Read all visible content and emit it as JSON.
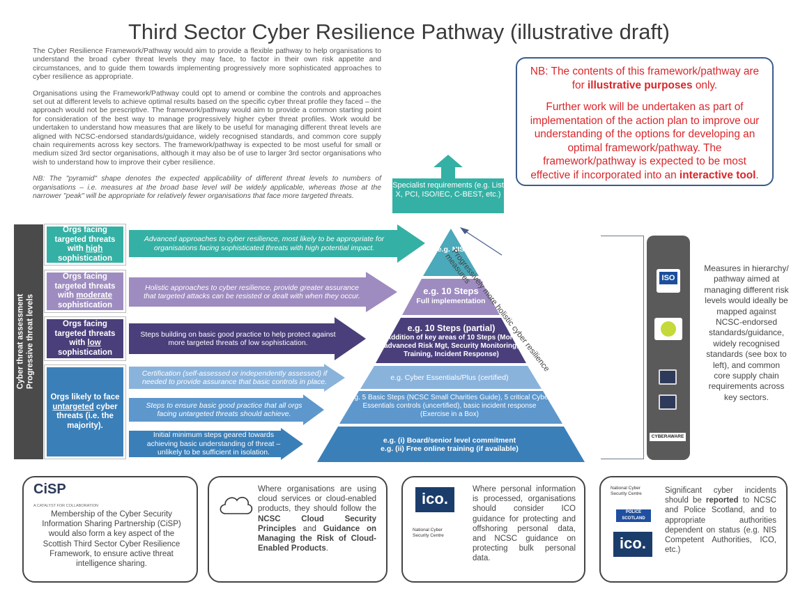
{
  "title": "Third Sector Cyber Resilience Pathway (illustrative draft)",
  "intro": {
    "p1": "The Cyber Resilience Framework/Pathway would aim to provide a flexible pathway to help organisations to understand the broad cyber threat levels they may face, to factor in their own risk appetite and circumstances, and to guide them towards implementing progressively more sophisticated approaches to cyber resilience as appropriate.",
    "p2": "Organisations using the Framework/Pathway could opt to amend or combine the controls and approaches set out at different levels to achieve optimal results based on the specific cyber threat profile they faced – the approach would not be prescriptive. The framework/pathway would aim to provide a common starting point for consideration of the best way to manage progressively higher cyber threat profiles. Work would be undertaken to understand how measures that are likely to be useful for managing different threat levels are aligned with NCSC-endorsed standards/guidance, widely recognised standards, and common core supply chain requirements across key sectors. The framework/pathway is expected to be most useful for small or medium sized 3rd sector organisations, although it may also be of use to larger 3rd sector organisations who wish to understand how to improve their cyber resilience.",
    "p3": "NB: The \"pyramid\" shape denotes the expected applicability of different threat levels to numbers of organisations – i.e. measures at the broad base level will be widely applicable, whereas those at the narrower \"peak\" will be appropriate for relatively fewer organisations that face more targeted threats."
  },
  "nb_box": {
    "line1_a": "NB: The contents of this framework/pathway are for ",
    "line1_b": "illustrative purposes",
    "line1_c": " only.",
    "line2_a": "Further work will be undertaken as part of implementation of the action plan to improve our understanding of the options for developing an optimal framework/pathway. The framework/pathway is expected to be most effective if incorporated into an ",
    "line2_b": "interactive tool",
    "line2_c": "."
  },
  "specialist": "Specialist requirements (e.g. List X, PCI, ISO/IEC, C-BEST, etc.)",
  "vertical_label": {
    "line1": "Cyber threat assessment",
    "line2": "Progressive threat levels"
  },
  "orgs": [
    {
      "a": "Orgs facing targeted threats with ",
      "u": "high",
      "b": " sophistication"
    },
    {
      "a": "Orgs facing targeted threats with ",
      "u": "moderate",
      "b": " sophistication"
    },
    {
      "a": "Orgs facing targeted threats with ",
      "u": "low",
      "b": " sophistication"
    },
    {
      "a": "Orgs likely to face ",
      "u": "untargeted",
      "b": " cyber threats (i.e. the majority)."
    }
  ],
  "arrows": [
    "Advanced approaches to cyber resilience, most likely to be appropriate for organisations facing sophisticated threats with high potential impact.",
    "Holistic approaches to cyber resilience, provide greater assurance that targeted attacks can be resisted or dealt with when they occur.",
    "Steps building on basic good practice to help protect against more targeted threats of low sophistication.",
    "Certification (self-assessed or independently assessed) if needed to provide assurance that basic controls in place.",
    "Steps to ensure basic good practice that all orgs facing untargeted threats should achieve.",
    "Initial minimum steps geared towards achieving basic understanding of threat – unlikely to be sufficient in isolation."
  ],
  "pyramid": {
    "l1": "e.g. NIS",
    "l2_a": "e.g. 10 Steps",
    "l2_b": "Full implementation",
    "l3_a": "e.g. 10 Steps (partial)",
    "l3_b": "Addition of key areas of 10 Steps (More advanced Risk Mgt, Security Monitoring, Training, Incident Response)",
    "l4": "e.g. Cyber Essentials/Plus (certified)",
    "l5": "e.g. 5 Basic Steps (NCSC Small Charities Guide), 5 critical Cyber Essentials controls (uncertified), basic incident response (Exercise in a Box)",
    "l6_a": "e.g. (i) Board/senior level commitment",
    "l6_b": "e.g. (ii) Free online training (if available)"
  },
  "diagonal": "Progressively more holistic cyber resilience measures",
  "badges": {
    "iso": "ISO",
    "cyberaware": "CYBERAWARE"
  },
  "measures": "Measures in hierarchy/ pathway aimed at managing different risk levels would ideally be mapped against NCSC-endorsed standards/guidance, widely recognised standards (see box to left), and common core supply chain requirements across key sectors.",
  "bottom": {
    "csp_logo": "CiSP",
    "csp_sub": "A CATALYST FOR COLLABORATION",
    "csp_text": "Membership of the Cyber Security Information Sharing Partnership (CiSP) would also form a key aspect of the Scottish Third Sector Cyber Resilience Framework, to ensure active threat intelligence sharing.",
    "cloud_a": "Where organisations are using cloud services or cloud-enabled products, they should follow the ",
    "cloud_b": "NCSC Cloud Security Principles",
    "cloud_c": " and ",
    "cloud_d": "Guidance on Managing the Risk of Cloud-Enabled Products",
    "cloud_e": ".",
    "ico_logo": "ico.",
    "ncsc_logo": "National Cyber Security Centre",
    "ico_text": "Where personal information is processed, organisations should consider ICO guidance for protecting and offshoring personal data, and NCSC guidance on protecting bulk personal data.",
    "police_logo": "POLICE SCOTLAND",
    "inc_a": "Significant cyber incidents should be ",
    "inc_b": "reported",
    "inc_c": " to NCSC and Police Scotland, and to appropriate authorities dependent on status (e.g. NIS Competent Authorities, ICO, etc.)"
  }
}
